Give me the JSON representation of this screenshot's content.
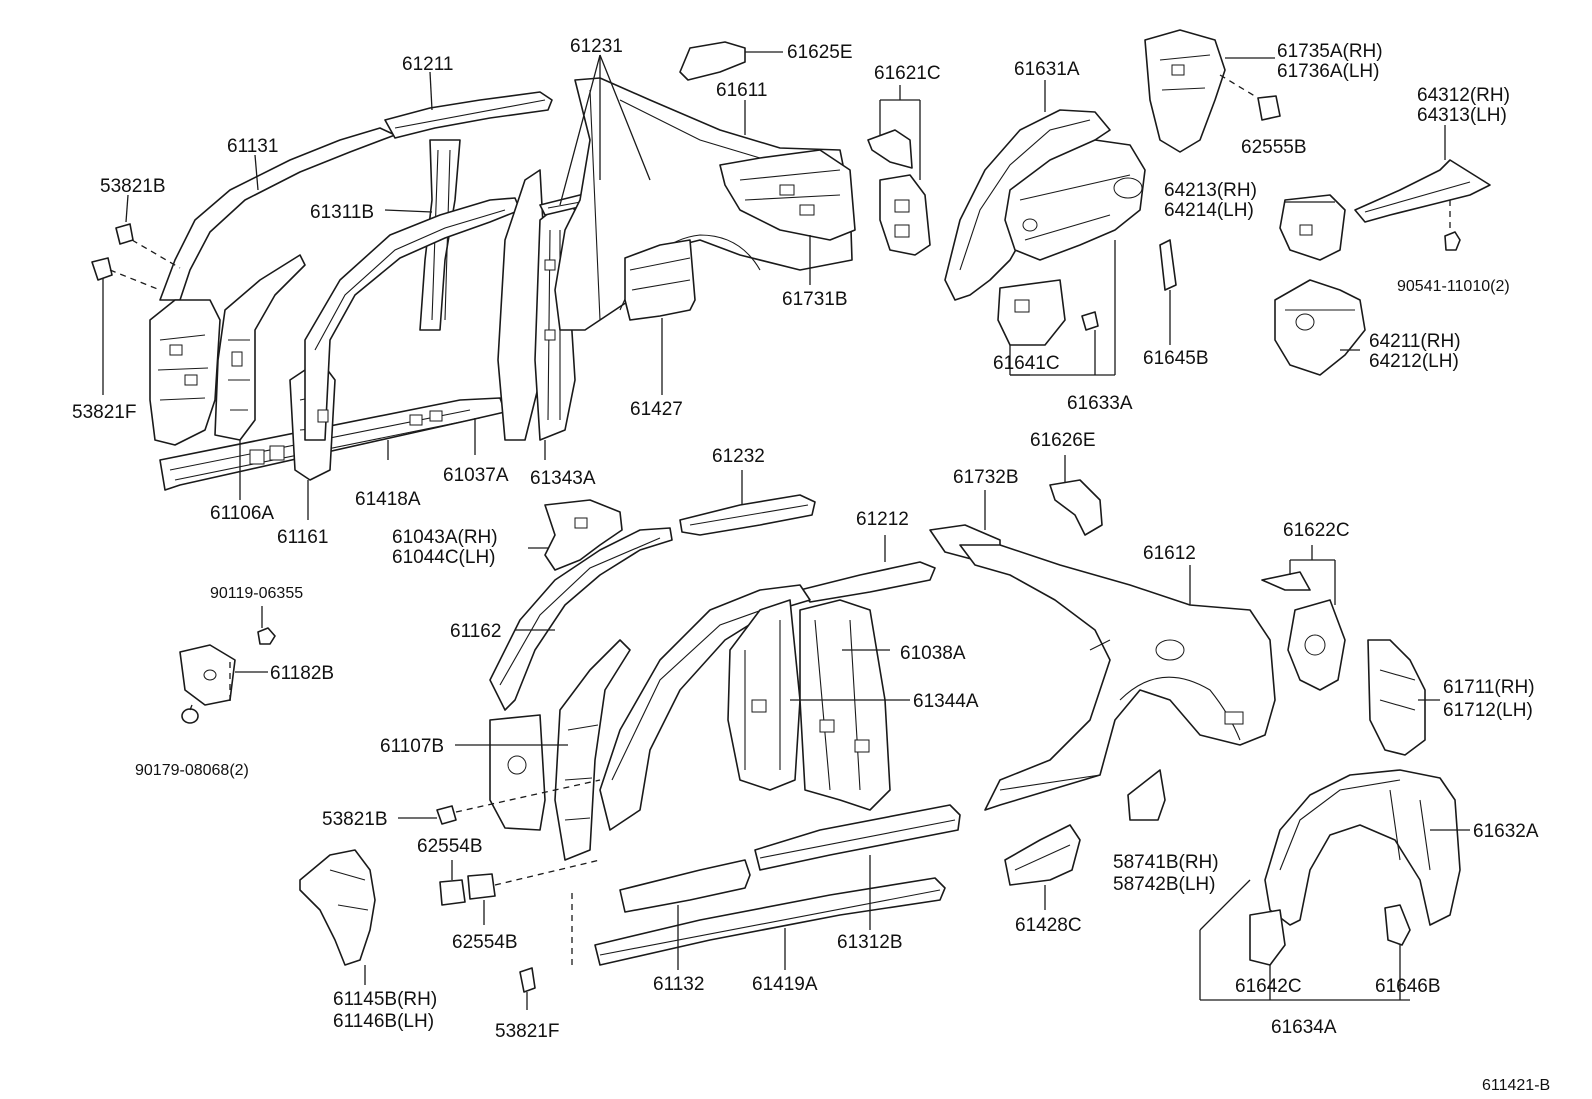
{
  "diagram_code": "611421-B",
  "parts": [
    {
      "id": "p61211",
      "label": "61211"
    },
    {
      "id": "p61131",
      "label": "61131"
    },
    {
      "id": "p53821B_top",
      "label": "53821B"
    },
    {
      "id": "p61311B",
      "label": "61311B"
    },
    {
      "id": "p53821F_left",
      "label": "53821F"
    },
    {
      "id": "p61106A",
      "label": "61106A"
    },
    {
      "id": "p61161",
      "label": "61161"
    },
    {
      "id": "p61418A",
      "label": "61418A"
    },
    {
      "id": "p61037A",
      "label": "61037A"
    },
    {
      "id": "p61343A",
      "label": "61343A"
    },
    {
      "id": "p61231",
      "label": "61231"
    },
    {
      "id": "p61625E",
      "label": "61625E"
    },
    {
      "id": "p61611",
      "label": "61611"
    },
    {
      "id": "p61731B",
      "label": "61731B"
    },
    {
      "id": "p61427",
      "label": "61427"
    },
    {
      "id": "p61621C",
      "label": "61621C"
    },
    {
      "id": "p61631A",
      "label": "61631A"
    },
    {
      "id": "p61641C",
      "label": "61641C"
    },
    {
      "id": "p61633A",
      "label": "61633A"
    },
    {
      "id": "p61645B",
      "label": "61645B"
    },
    {
      "id": "p61735A",
      "label": "61735A(RH)"
    },
    {
      "id": "p61736A",
      "label": "61736A(LH)"
    },
    {
      "id": "p62555B",
      "label": "62555B"
    },
    {
      "id": "p64312",
      "label": "64312(RH)"
    },
    {
      "id": "p64313",
      "label": "64313(LH)"
    },
    {
      "id": "p64213",
      "label": "64213(RH)"
    },
    {
      "id": "p64214",
      "label": "64214(LH)"
    },
    {
      "id": "p90541",
      "label": "90541-11010(2)"
    },
    {
      "id": "p64211",
      "label": "64211(RH)"
    },
    {
      "id": "p64212",
      "label": "64212(LH)"
    },
    {
      "id": "p61232",
      "label": "61232"
    },
    {
      "id": "p61626E",
      "label": "61626E"
    },
    {
      "id": "p61732B",
      "label": "61732B"
    },
    {
      "id": "p61043A",
      "label": "61043A(RH)"
    },
    {
      "id": "p61044C",
      "label": "61044C(LH)"
    },
    {
      "id": "p61212",
      "label": "61212"
    },
    {
      "id": "p61612",
      "label": "61612"
    },
    {
      "id": "p61622C",
      "label": "61622C"
    },
    {
      "id": "p90119",
      "label": "90119-06355"
    },
    {
      "id": "p61162",
      "label": "61162"
    },
    {
      "id": "p61182B",
      "label": "61182B"
    },
    {
      "id": "p61038A",
      "label": "61038A"
    },
    {
      "id": "p90179",
      "label": "90179-08068(2)"
    },
    {
      "id": "p61344A",
      "label": "61344A"
    },
    {
      "id": "p61711",
      "label": "61711(RH)"
    },
    {
      "id": "p61712",
      "label": "61712(LH)"
    },
    {
      "id": "p61107B",
      "label": "61107B"
    },
    {
      "id": "p53821B_mid",
      "label": "53821B"
    },
    {
      "id": "p61632A",
      "label": "61632A"
    },
    {
      "id": "p62554B_top",
      "label": "62554B"
    },
    {
      "id": "p58741B",
      "label": "58741B(RH)"
    },
    {
      "id": "p58742B",
      "label": "58742B(LH)"
    },
    {
      "id": "p61428C",
      "label": "61428C"
    },
    {
      "id": "p62554B_bot",
      "label": "62554B"
    },
    {
      "id": "p61312B",
      "label": "61312B"
    },
    {
      "id": "p61145B",
      "label": "61145B(RH)"
    },
    {
      "id": "p61146B",
      "label": "61146B(LH)"
    },
    {
      "id": "p61132",
      "label": "61132"
    },
    {
      "id": "p61419A",
      "label": "61419A"
    },
    {
      "id": "p53821F_bot",
      "label": "53821F"
    },
    {
      "id": "p61642C",
      "label": "61642C"
    },
    {
      "id": "p61646B",
      "label": "61646B"
    },
    {
      "id": "p61634A",
      "label": "61634A"
    }
  ]
}
